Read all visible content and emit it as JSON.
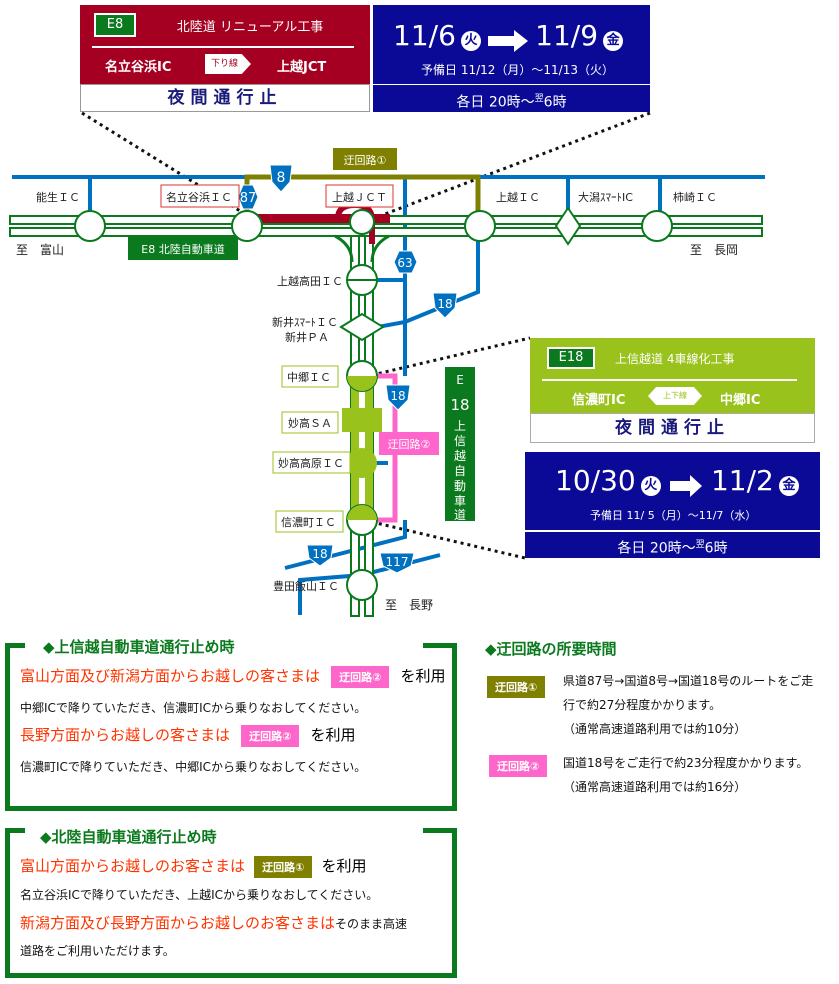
{
  "top_notice": {
    "route_badge": "E8",
    "title": "北陸道 リニューアル工事",
    "from": "名立谷浜IC",
    "direction": "下り線",
    "to": "上越JCT",
    "closure": "夜間通行止",
    "start_date": "11/6",
    "start_day": "火",
    "end_date": "11/9",
    "end_day": "金",
    "reserve": "予備日 11/12（月）～11/13（火）",
    "hours_prefix": "各日 20時～",
    "hours_super": "翌",
    "hours_suffix": "6時"
  },
  "e18_notice": {
    "route_badge": "E18",
    "title": "上信越道 4車線化工事",
    "from": "信濃町IC",
    "direction": "上下線",
    "to": "中郷IC",
    "closure": "夜間通行止",
    "start_date": "10/30",
    "start_day": "火",
    "end_date": "11/2",
    "end_day": "金",
    "reserve": "予備日 11/ 5（月）～11/7（水）",
    "hours_prefix": "各日 20時～",
    "hours_super": "翌",
    "hours_suffix": "6時"
  },
  "map": {
    "detour1": "迂回路①",
    "detour2": "迂回路②",
    "route_8": "8",
    "route_87": "87",
    "route_63": "63",
    "route_18": "18",
    "route_117": "117",
    "ic": {
      "nou": "能生ＩＣ",
      "nadachi": "名立谷浜ＩＣ",
      "joetsu_jct": "上越ＪＣＴ",
      "joetsu_ic": "上越ＩＣ",
      "ogata": "大潟ｽﾏｰﾄIC",
      "kakizaki": "柿崎ＩＣ",
      "takada": "上越高田ＩＣ",
      "arai_smart": "新井ｽﾏｰﾄＩＣ",
      "arai_pa": "新井ＰＡ",
      "nakago": "中郷ＩＣ",
      "myoko_sa": "妙高ＳＡ",
      "myoko_kogen": "妙高高原ＩＣ",
      "shinano": "信濃町ＩＣ",
      "toyota": "豊田飯山ＩＣ"
    },
    "to_toyama": "至　富山",
    "to_nagaoka": "至　長岡",
    "to_nagano": "至　長野",
    "e8_label": "E8 北陸自動車道",
    "e18_label": [
      "E",
      "18",
      "上",
      "信",
      "越",
      "自",
      "動",
      "車",
      "道"
    ]
  },
  "section1": {
    "title": "◆上信越自動車道通行止め時",
    "line1_red": "富山方面及び新潟方面からお越しの客さまは",
    "line1_tag": "迂回路②",
    "line1_end": "を利用",
    "line2": "中郷ICで降りていただき、信濃町ICから乗りなおしてください。",
    "line3_red": "長野方面からお越しの客さまは",
    "line3_tag": "迂回路②",
    "line3_end": "を利用",
    "line4": "信濃町ICで降りていただき、中郷ICから乗りなおしてください。"
  },
  "section2": {
    "title": "◆北陸自動車道通行止め時",
    "line1_red": "富山方面からお越しのお客さまは",
    "line1_tag": "迂回路①",
    "line1_end": "を利用",
    "line2": "名立谷浜ICで降りていただき、上越ICから乗りなおしてください。",
    "line3_red": "新潟方面及び長野方面からお越しのお客さまは",
    "line3_end": "そのまま高速",
    "line4": "道路をご利用いただけます。"
  },
  "section3": {
    "title": "◆迂回路の所要時間",
    "d1_tag": "迂回路①",
    "d1_line1": "県道87号→国道8号→国道18号のルートをご走",
    "d1_line2": "行で約27分程度かかります。",
    "d1_line3": "（通常高速道路利用では約10分）",
    "d2_tag": "迂回路②",
    "d2_line1": "国道18号をご走行で約23分程度かかります。",
    "d2_line2": "（通常高速道路利用では約16分）"
  },
  "colors": {
    "closure_red": "#a50021",
    "notice_blue": "#0a0a96",
    "highway_green": "#0b7a1e",
    "road_blue": "#0070c0",
    "detour1_olive": "#808000",
    "detour2_pink": "#ff66cc",
    "lime": "#99c21c"
  }
}
